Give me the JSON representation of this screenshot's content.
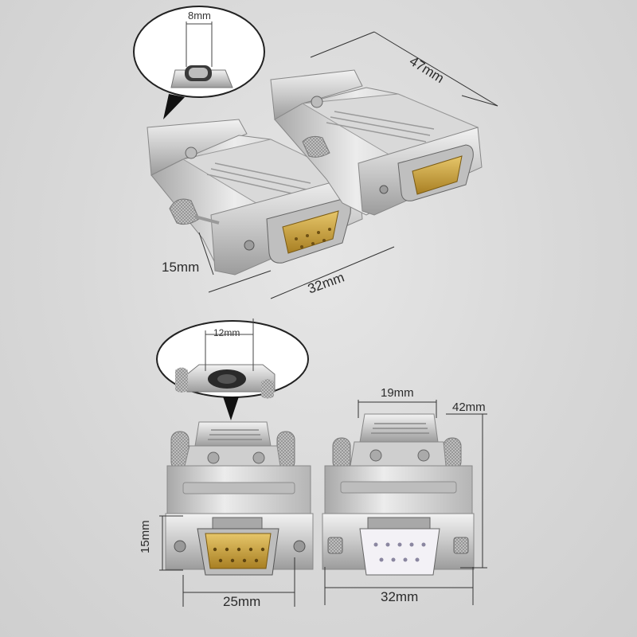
{
  "photo": "DB9 connector with metal hood, dimension diagram",
  "dimensions": {
    "cable_hole_top": "8mm",
    "length_top": "47mm",
    "thickness_top": "15mm",
    "width_top": "32mm",
    "cable_hole_bottom": "12mm",
    "inner_width": "19mm",
    "height_total": "42mm",
    "thickness_bottom": "15mm",
    "male_plug_width": "25mm",
    "female_width": "32mm"
  },
  "colors": {
    "metal_light": "#e8e8e8",
    "metal_dark": "#8a8a8a",
    "gold": "#c9a13b",
    "background": "#d8d8d8"
  }
}
